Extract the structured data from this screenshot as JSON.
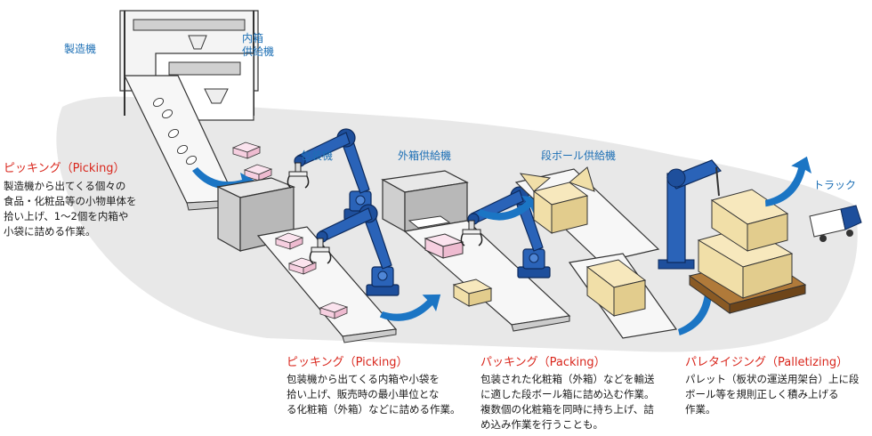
{
  "machine_labels": {
    "manufacturing_machine": "製造機",
    "inner_box_supply": "内箱\n供給機",
    "packaging_machine": "包装機",
    "outer_box_supply": "外箱供給機",
    "cardboard_supply": "段ボール供給機",
    "truck": "トラック"
  },
  "steps": [
    {
      "title": "ピッキング（Picking）",
      "description": "製造機から出てくる個々の\n食品・化粧品等の小物単体を\n拾い上げ、1〜2個を内箱や\n小袋に詰める作業。"
    },
    {
      "title": "ピッキング（Picking）",
      "description": "包装機から出てくる内箱や小袋を\n拾い上げ、販売時の最小単位とな\nる化粧箱（外箱）などに詰める作業。"
    },
    {
      "title": "パッキング（Packing）",
      "description": "包装された化粧箱（外箱）などを輸送\nに適した段ボール箱に詰め込む作業。\n複数個の化粧箱を同時に持ち上げ、詰\nめ込み作業を行うことも。"
    },
    {
      "title": "パレタイジング（Palletizing）",
      "description": "パレット（板状の運送用架台）上に段\nボール等を規則正しく積み上げる\n作業。"
    }
  ],
  "colors": {
    "robot_blue": "#1e4f9c",
    "arrow_blue": "#1b75c4",
    "heading_red": "#d9261c",
    "label_blue": "#1c6fb5",
    "box_pink": "#f6cfe0",
    "cardboard": "#f1dfa8",
    "floor_gray": "#e8e8e8"
  }
}
